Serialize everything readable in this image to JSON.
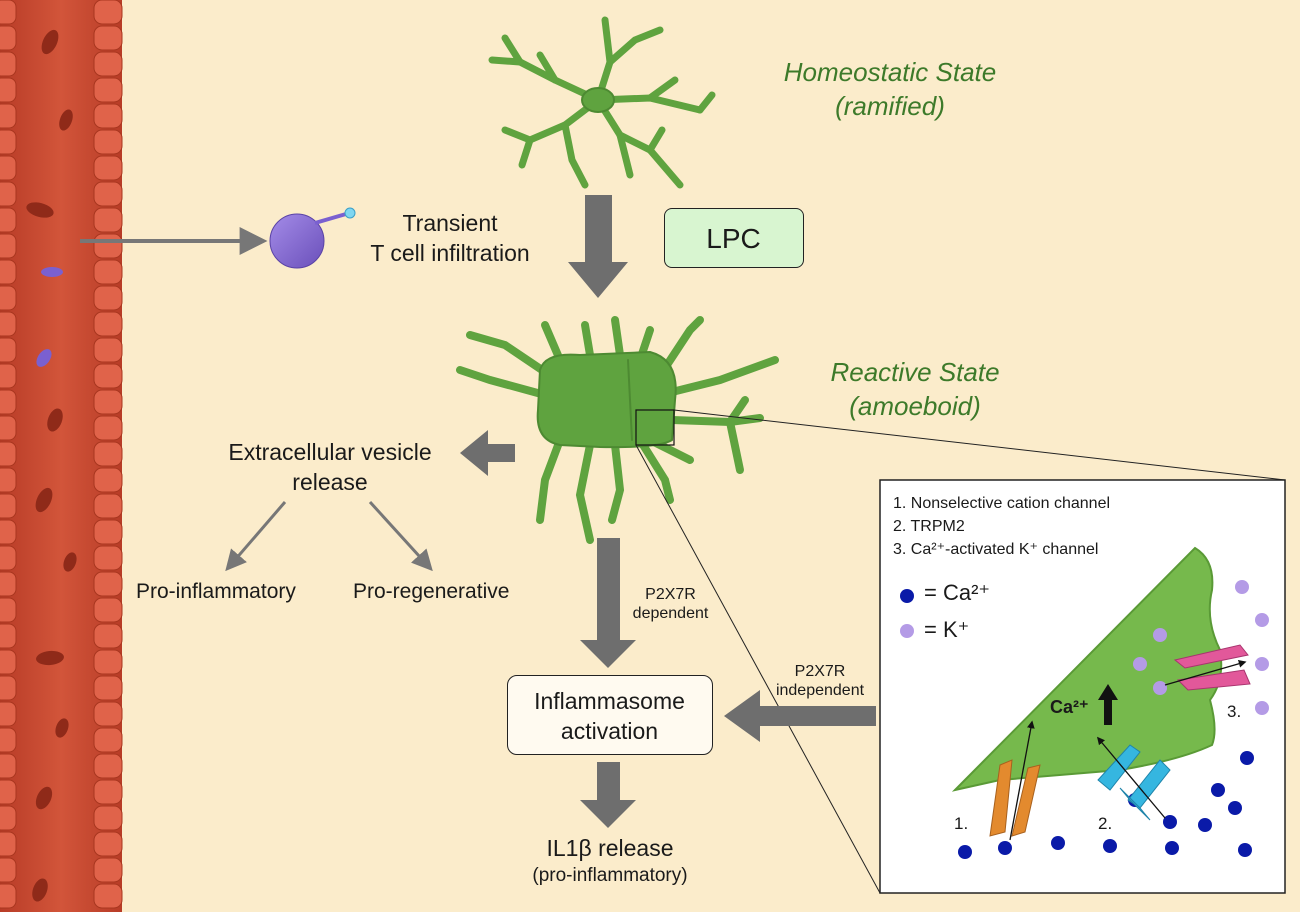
{
  "colors": {
    "background": "#fbeccb",
    "vessel": "#c9482f",
    "vessel_cells": "#e0634a",
    "microglia": "#5fa33f",
    "state_text": "#3d7a2a",
    "lpc_box": "#d8f5d0",
    "arrow": "#6e6e6e",
    "t_cell": "#8b6fd1",
    "calcium": "#0a1aa8",
    "potassium": "#b49be6",
    "channel_1": "#e38a2e",
    "channel_2": "#35b6e0",
    "channel_3": "#e2589a"
  },
  "states": {
    "homeostatic_line1": "Homeostatic State",
    "homeostatic_line2": "(ramified)",
    "reactive_line1": "Reactive State",
    "reactive_line2": "(amoeboid)"
  },
  "lpc": "LPC",
  "t_cell": {
    "line1": "Transient",
    "line2": "T cell infiltration"
  },
  "ev": {
    "line1": "Extracellular vesicle",
    "line2": "release",
    "pro_inflammatory": "Pro-inflammatory",
    "pro_regenerative": "Pro-regenerative"
  },
  "p2x7r_dep": {
    "line1": "P2X7R",
    "line2": "dependent"
  },
  "p2x7r_indep": {
    "line1": "P2X7R",
    "line2": "independent"
  },
  "inflammasome": {
    "line1": "Inflammasome",
    "line2": "activation"
  },
  "il1b": {
    "line1": "IL1β release",
    "line2": "(pro-inflammatory)"
  },
  "inset": {
    "legend": [
      "1. Nonselective cation channel",
      "2. TRPM2",
      "3. Ca²⁺-activated K⁺ channel"
    ],
    "ca_key": "= Ca²⁺",
    "k_key": "= K⁺",
    "ca_up": "Ca²⁺",
    "ch1": "1.",
    "ch2": "2.",
    "ch3": "3."
  }
}
